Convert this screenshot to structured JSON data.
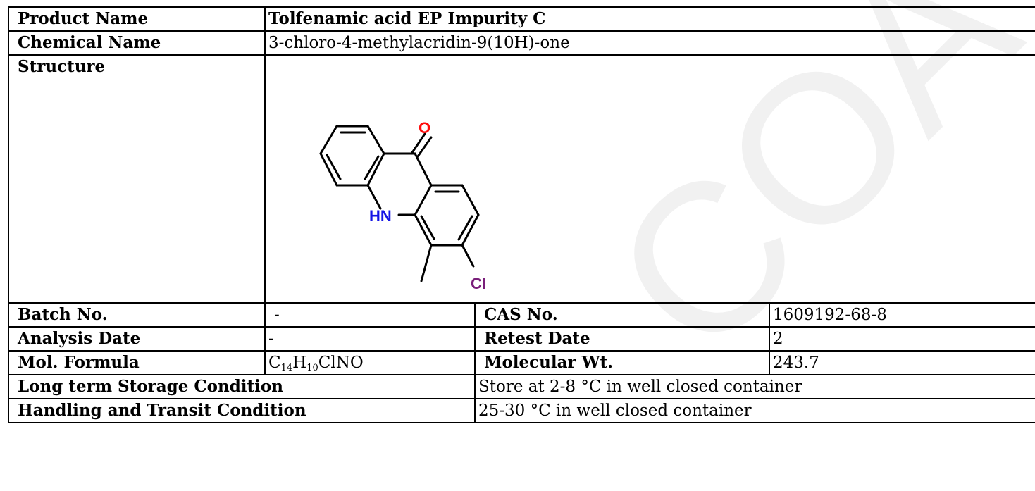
{
  "rows": {
    "product_name": {
      "label": "Product Name",
      "value": "Tolfenamic acid EP Impurity C"
    },
    "chemical_name": {
      "label": "Chemical Name",
      "value": "3-chloro-4-methylacridin-9(10H)-one"
    },
    "structure": {
      "label": "Structure"
    },
    "batch_no": {
      "label": "Batch No.",
      "value": "-"
    },
    "cas_no": {
      "label": "CAS No.",
      "value": "1609192-68-8"
    },
    "analysis_date": {
      "label": "Analysis Date",
      "value": "-"
    },
    "retest_date": {
      "label": "Retest Date",
      "value": "2"
    },
    "mol_formula": {
      "label": "Mol. Formula",
      "value_parts": {
        "c": "C",
        "c_sub": "14",
        "h": "H",
        "h_sub": "10",
        "rest": "ClNO"
      }
    },
    "molecular_wt": {
      "label": "Molecular Wt.",
      "value": "243.7"
    },
    "long_term_storage": {
      "label": "Long term Storage Condition",
      "value": "Store at 2-8 °C in well closed container"
    },
    "handling_transit": {
      "label": "Handling and Transit Condition",
      "value": "25-30 °C in well closed container"
    }
  },
  "structure_atoms": {
    "oxygen": "O",
    "nitrogen": "HN",
    "chlorine": "Cl"
  },
  "watermark": "COA",
  "colors": {
    "border": "#000000",
    "oxygen": "#ff0d0d",
    "nitrogen": "#1414e6",
    "chlorine": "#7a1f7a",
    "watermark": "#f2f2f2"
  }
}
